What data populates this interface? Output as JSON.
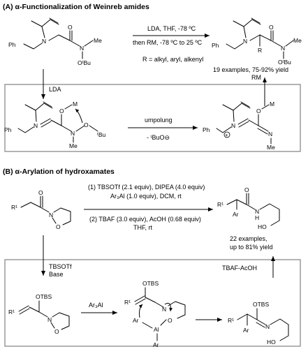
{
  "section_a": {
    "title": "(A) α-Functionalization of Weinreb amides",
    "cond_top": "LDA, THF, -78 ºC",
    "cond_bottom": "then RM, -78 ºC to 25 ºC",
    "r_groups": "R = alkyl, aryl, alkenyl",
    "yield": "19 examples, 75-92% yield",
    "lda": "LDA",
    "rm": "RM",
    "umpolung": "umpolung",
    "leaving": "- ᵗBuO⊖",
    "atoms": {
      "ph": "Ph",
      "n": "N",
      "o": "O",
      "me": "Me",
      "otbu": "OᵗBu",
      "m": "M",
      "tbu": "ᵗBu",
      "r": "R",
      "plus": "+"
    }
  },
  "section_b": {
    "title": "(B) α-Arylation of hydroxamates",
    "step1_a": "(1) TBSOTf (2.1 equiv), DIPEA (4.0 equiv)",
    "step1_b": "Ar₃Al (1.0 equiv), DCM, rt",
    "step2_a": "(2) TBAF (3.0 equiv), AcOH (0.68 equiv)",
    "step2_b": "THF, rt",
    "yield_a": "22 examples,",
    "yield_b": "up to 81% yield",
    "tbsotf": "TBSOTf",
    "base": "Base",
    "ar3al": "Ar₃Al",
    "tbaf": "TBAF-AcOH",
    "atoms": {
      "r1": "R¹",
      "o": "O",
      "n": "N",
      "h": "H",
      "ho": "HO",
      "ar": "Ar",
      "otbs": "OTBS",
      "al": "Al"
    }
  }
}
